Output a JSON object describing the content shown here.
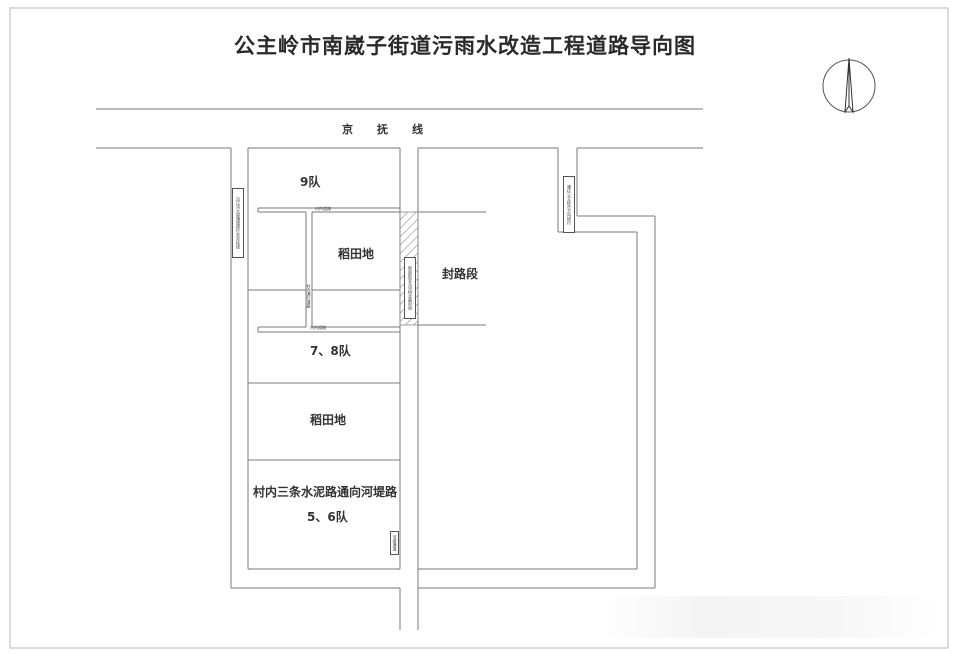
{
  "title": "公主岭市南崴子街道污雨水改造工程道路导向图",
  "road_main": "京抚线",
  "areas": {
    "team9": "9队",
    "paddy1": "稻田地",
    "closed": "封路段",
    "team78": "7、8队",
    "paddy2": "稻田地",
    "village_roads": "村内三条水泥路通向河堤路",
    "team56": "5、6队"
  },
  "small_labels": {
    "road_top": "村内道路",
    "road_bottom": "村内道路",
    "road_mid": "村内通行道路",
    "left_sign": "沿辽河大堤通道绕行至京抚线",
    "right_sign": "通往公主岭市方向绕行",
    "closed_sign": "新南街至东河桥北路封闭",
    "bottom_sign": "河堤通道"
  },
  "colors": {
    "line": "#7a7a7a",
    "frame": "#b8b8b8",
    "hatch": "#888888"
  }
}
